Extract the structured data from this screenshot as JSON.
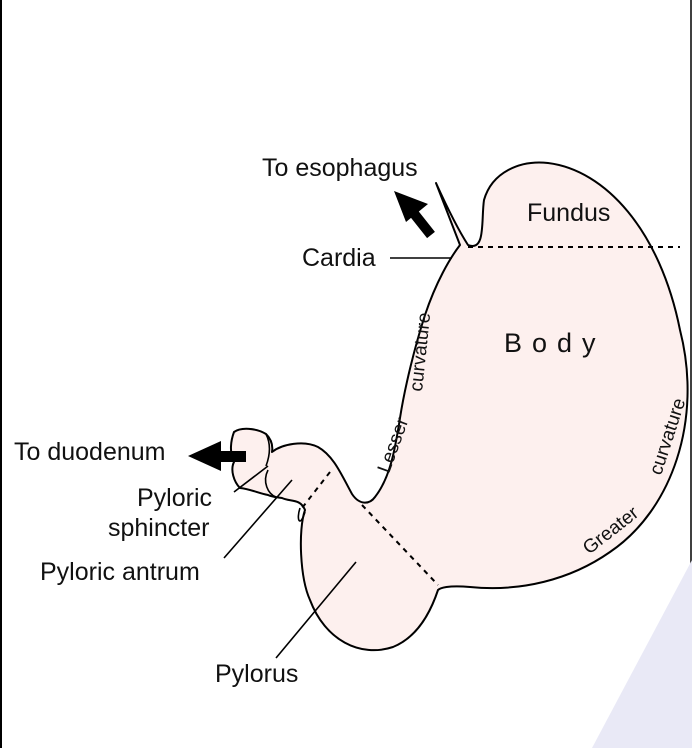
{
  "labels": {
    "esophagus": "To esophagus",
    "fundus": "Fundus",
    "cardia": "Cardia",
    "body": "Body",
    "lesser": "Lesser",
    "lesser_curvature": "curvature",
    "duodenum": "To duodenum",
    "pyloric_line1": "Pyloric",
    "pyloric_line2": "sphincter",
    "pyloric_antrum": "Pyloric antrum",
    "greater": "Greater",
    "greater_curvature": "curvature",
    "pylorus": "Pylorus"
  },
  "colors": {
    "stomach_fill": "#fdf0ee",
    "outline": "#000000",
    "watermark": "#e9e9f6"
  }
}
